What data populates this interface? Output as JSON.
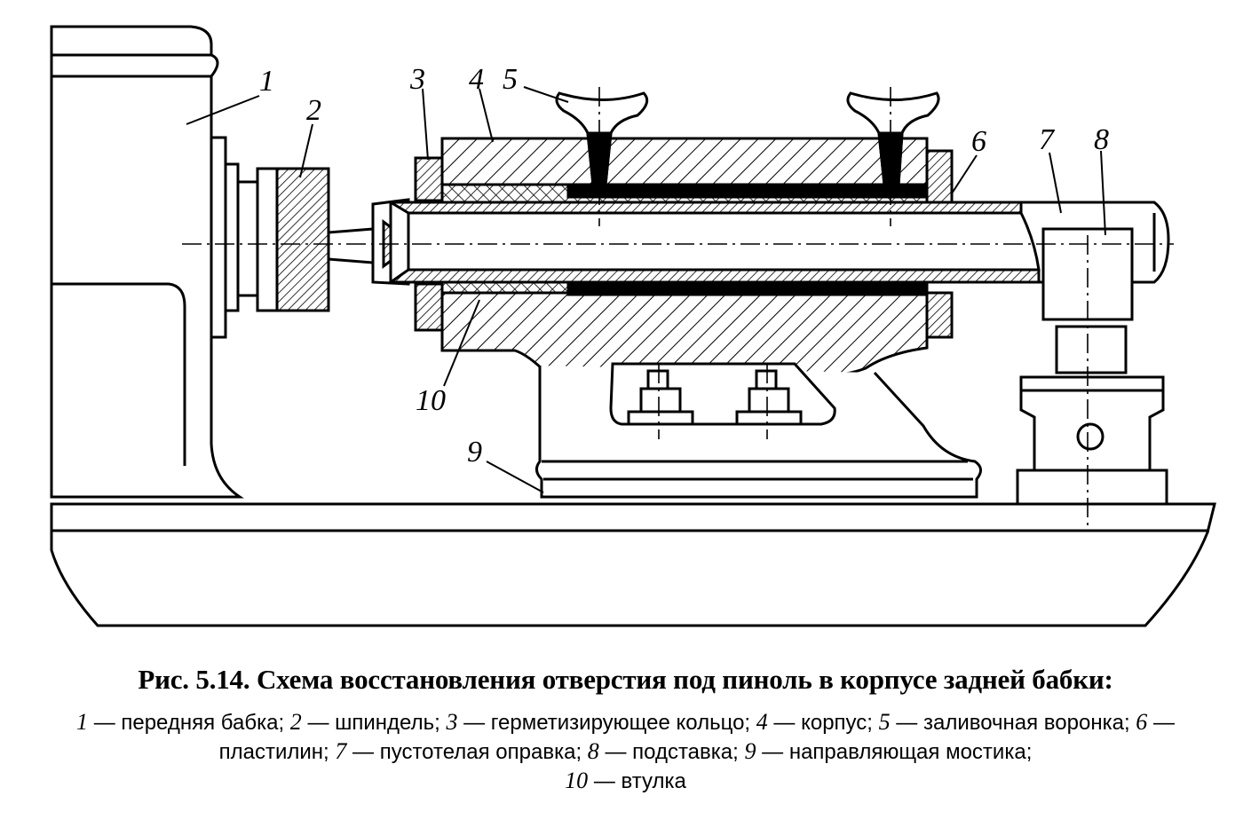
{
  "figure": {
    "callouts": [
      "1",
      "2",
      "3",
      "4",
      "5",
      "6",
      "7",
      "8",
      "9",
      "10"
    ]
  },
  "caption": {
    "title": "Рис. 5.14. Схема восстановления отверстия под пиноль в корпусе задней бабки:",
    "legend": [
      {
        "num": "1",
        "text": " — передняя бабка; ",
        "break": false
      },
      {
        "num": "2",
        "text": " — шпиндель; ",
        "break": false
      },
      {
        "num": "3",
        "text": " — герметизирующее кольцо; ",
        "break": false
      },
      {
        "num": "4",
        "text": " — корпус; ",
        "break": false
      },
      {
        "num": "5",
        "text": " — заливочная воронка; ",
        "break": false
      },
      {
        "num": "6",
        "text": " — пластилин; ",
        "break": false
      },
      {
        "num": "7",
        "text": " — пустотелая оправка; ",
        "break": false
      },
      {
        "num": "8",
        "text": " — подставка; ",
        "break": false
      },
      {
        "num": "9",
        "text": " — направляющая мостика;",
        "break": true
      },
      {
        "num": "10",
        "text": " — втулка",
        "break": false
      }
    ]
  }
}
